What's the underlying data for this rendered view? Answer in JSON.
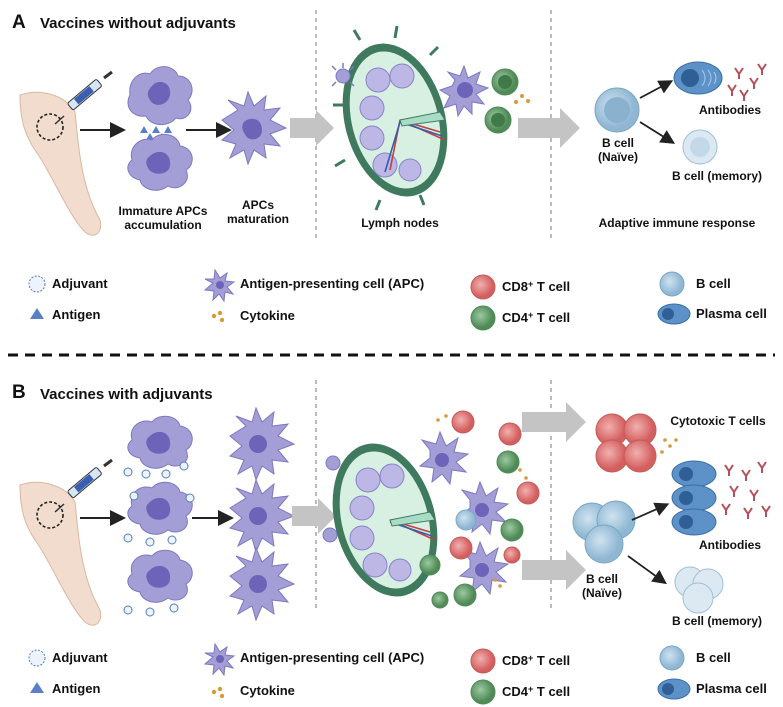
{
  "panel_a": {
    "letter": "A",
    "title": "Vaccines without adjuvants",
    "labels": {
      "immature_apcs": [
        "Immature APCs",
        "accumulation"
      ],
      "apcs_maturation": [
        "APCs",
        "maturation"
      ],
      "lymph_nodes": "Lymph nodes",
      "adaptive_response": "Adaptive immune response",
      "b_cell_naive": [
        "B cell",
        "(Naïve)"
      ],
      "antibodies": "Antibodies",
      "b_cell_memory": "B cell (memory)"
    }
  },
  "panel_b": {
    "letter": "B",
    "title": "Vaccines with adjuvants",
    "labels": {
      "cytotoxic_t": "Cytotoxic T cells",
      "antibodies": "Antibodies",
      "b_cell_naive": [
        "B cell",
        "(Naïve)"
      ],
      "b_cell_memory": "B cell (memory)"
    }
  },
  "legend": {
    "adjuvant": "Adjuvant",
    "antigen": "Antigen",
    "apc": "Antigen-presenting cell (APC)",
    "cytokine": "Cytokine",
    "cd8": {
      "prefix": "CD8",
      "sup": "+",
      "suffix": " T cell"
    },
    "cd4": {
      "prefix": "CD4",
      "sup": "+",
      "suffix": " T cell"
    },
    "b_cell": "B cell",
    "plasma_cell": "Plasma cell"
  },
  "colors": {
    "apc": "#a39fd6",
    "apc_dark": "#7d78c0",
    "nucleus": "#6d63b8",
    "cd8": "#e07070",
    "cd4": "#5f9a66",
    "b_cell": "#9ec5dd",
    "plasma": "#5c92c8",
    "lymph": "#3f7a5e",
    "arrow_gray": "#c4c4c4",
    "skin": "#f1dccd"
  }
}
